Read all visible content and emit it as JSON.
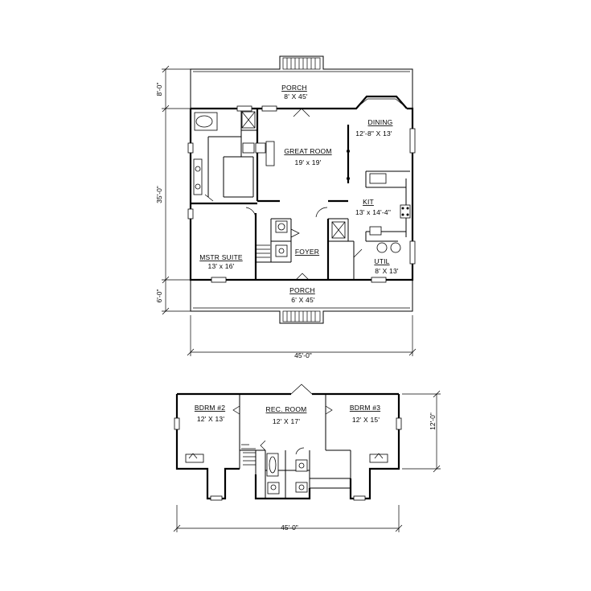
{
  "main_floor": {
    "rooms": {
      "porch_front": {
        "name": "PORCH",
        "size": "8' X 45'"
      },
      "dining": {
        "name": "DINING",
        "size": "12'-8\" X 13'"
      },
      "great_room": {
        "name": "GREAT ROOM",
        "size": "19' x 19'"
      },
      "kit": {
        "name": "KIT",
        "size": "13' x 14'-4\""
      },
      "mstr_suite": {
        "name": "MSTR SUITE",
        "size": "13' x 16'"
      },
      "foyer": {
        "name": "FOYER"
      },
      "util": {
        "name": "UTIL",
        "size": "8' X 13'"
      },
      "porch_rear": {
        "name": "PORCH",
        "size": "6' X 45'"
      }
    },
    "dimensions": {
      "porch_depth": "8'-0\"",
      "house_depth": "35'-0\"",
      "rear_porch_depth": "6'-0\"",
      "width": "45'-0\""
    }
  },
  "upper_floor": {
    "rooms": {
      "bdrm2": {
        "name": "BDRM #2",
        "size": "12' X 13'"
      },
      "rec_room": {
        "name": "REC. ROOM",
        "size": "12' X 17'"
      },
      "bdrm3": {
        "name": "BDRM #3",
        "size": "12' X 15'"
      }
    },
    "dimensions": {
      "depth": "12'-0\"",
      "width": "45'-0\""
    }
  }
}
